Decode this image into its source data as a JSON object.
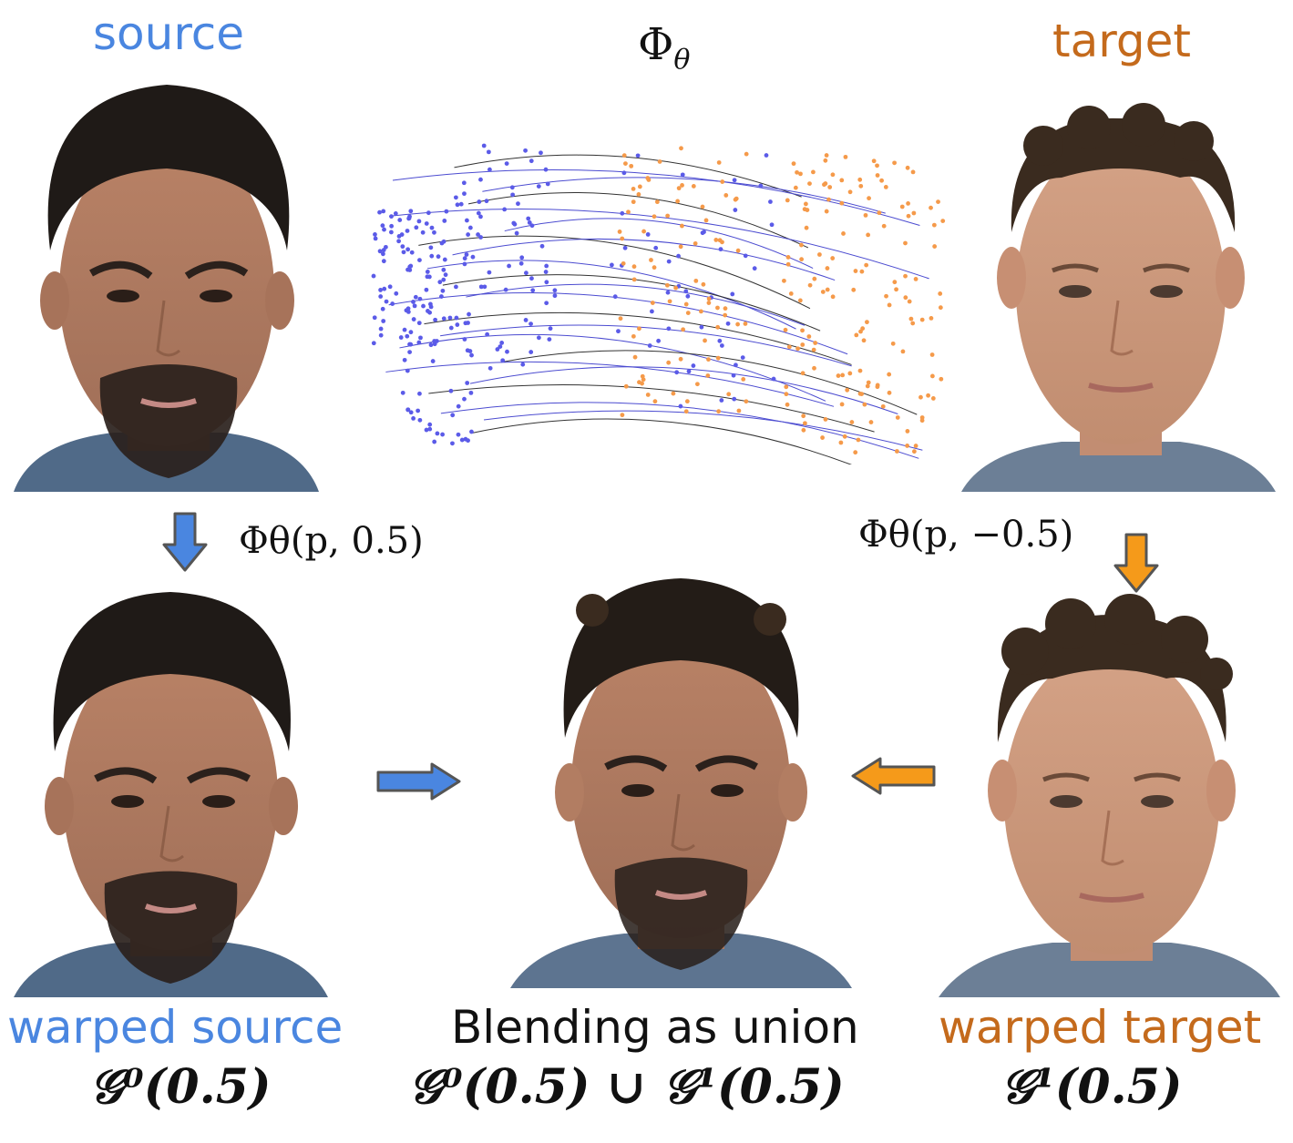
{
  "labels": {
    "source": "source",
    "target": "target",
    "phi": "Φ",
    "phi_sub": "θ",
    "warp_source_fn": "Φθ(p, 0.5)",
    "warp_target_fn": "Φθ(p, −0.5)",
    "warped_source": "warped source",
    "warped_target": "warped target",
    "blending": "Blending as union",
    "g0_formula": "𝒢⁰(0.5)",
    "g1_formula": "𝒢¹(0.5)",
    "union_formula": "𝒢⁰(0.5) ∪ 𝒢¹(0.5)"
  },
  "colors": {
    "source": "#4a86e0",
    "target": "#c46a1c",
    "source_points": "#5b5be8",
    "target_points": "#f59a4a",
    "arrow_blue": "#4a86e0",
    "arrow_orange": "#f59a1a",
    "arrow_outline": "#555555"
  },
  "icons": {
    "arrow_down_blue": "down-arrow-icon",
    "arrow_down_orange": "down-arrow-icon",
    "arrow_right_blue": "right-arrow-icon",
    "arrow_left_orange": "left-arrow-icon"
  }
}
